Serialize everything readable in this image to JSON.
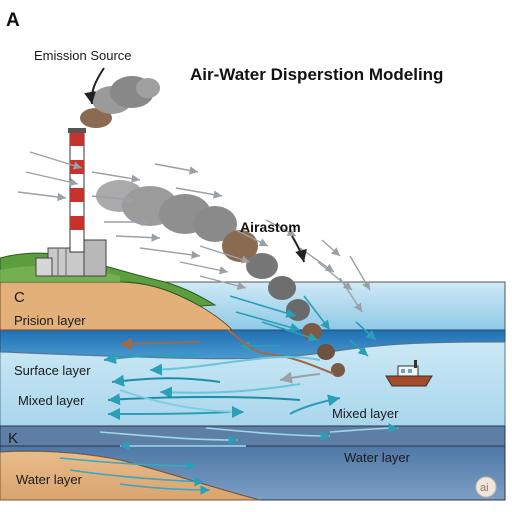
{
  "panel_letter": "A",
  "title": "Air-Water Disperstion Modeling",
  "labels": {
    "emission_source": "Emission Source",
    "airastom": "Airastom",
    "c": "C",
    "prision_layer": "Prision layer",
    "surface_layer": "Surface layer",
    "mixed_layer_left": "Mixed layer",
    "mixed_layer_right": "Mixed layer",
    "k": "K",
    "water_layer_left": "Water layer",
    "water_layer_right": "Water layer"
  },
  "badge": "ai",
  "colors": {
    "sky": "#ffffff",
    "land_top": "#5a9a3c",
    "soil": "#e2b07c",
    "sea_surface": "#9fd3ec",
    "surface_band": "#2f7fc1",
    "mixed_band": "#bfe2f2",
    "deep_band": "#5f86b0",
    "seabed": "#e4b684",
    "smoke": "#8e8e8e",
    "smoke_brown": "#8a6a50",
    "arrow_gray": "#9aa0a6",
    "arrow_teal": "#2a9fb8",
    "arrow_brown": "#a0694a"
  },
  "icons": [
    "smokestack-icon",
    "factory-icon",
    "boat-icon",
    "smoke-plume-icon"
  ]
}
